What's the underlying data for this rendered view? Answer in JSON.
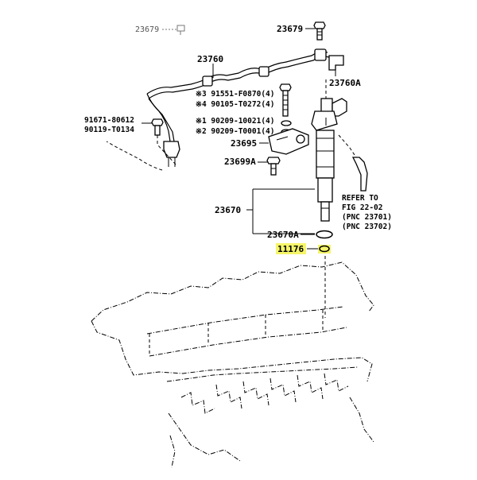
{
  "labels": {
    "p23679_faint": "23679",
    "p23679": "23679",
    "p23760": "23760",
    "p23760A": "23760A",
    "p91551": "※3 91551-F0870(4)",
    "p90105": "※4 90105-T0272(4)",
    "p91671": "91671-80612",
    "p90119": "90119-T0134",
    "p90209a": "※1 90209-10021(4)",
    "p90209b": "※2 90209-T0001(4)",
    "p23695": "23695",
    "p23699A": "23699A",
    "p23670": "23670",
    "p23670A": "23670A",
    "p11176": "11176",
    "refer1": "REFER TO",
    "refer2": "FIG 22-02",
    "refer3": "(PNC 23701)",
    "refer4": "(PNC 23702)"
  },
  "highlight_color": "#f5f56a",
  "line_color": "#000000"
}
